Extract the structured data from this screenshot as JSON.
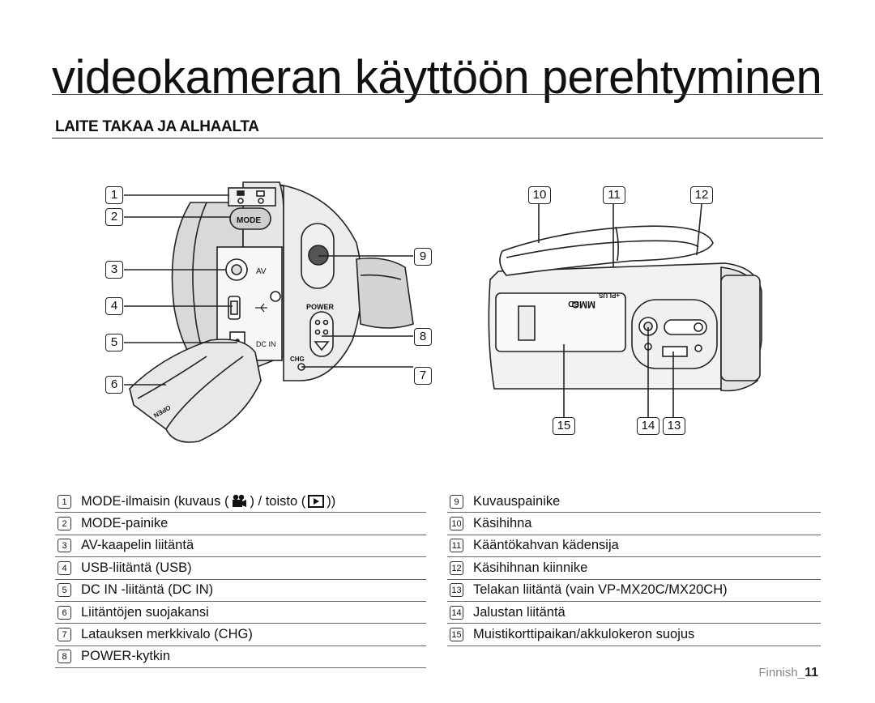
{
  "header": {
    "title": "videokameran käyttöön perehtyminen",
    "section_title": "LAITE TAKAA JA ALHAALTA"
  },
  "figure": {
    "labels": {
      "mode": "MODE",
      "av": "AV",
      "dc_in": "DC IN",
      "power": "POWER",
      "chg": "CHG",
      "open": "OPEN",
      "mmc": "MMC",
      "plus": "+PLUS",
      "sd": "SD"
    },
    "callouts": [
      "1",
      "2",
      "3",
      "4",
      "5",
      "6",
      "7",
      "8",
      "9",
      "10",
      "11",
      "12",
      "13",
      "14",
      "15"
    ]
  },
  "legend_left": [
    {
      "num": "1",
      "text_before": "MODE-ilmaisin (kuvaus (",
      "icon_a": "movie-camera-icon",
      "text_mid": ") / toisto (",
      "icon_b": "playback-icon",
      "text_after": "))"
    },
    {
      "num": "2",
      "text": "MODE-painike"
    },
    {
      "num": "3",
      "text": "AV-kaapelin liitäntä"
    },
    {
      "num": "4",
      "text": "USB-liitäntä (USB)"
    },
    {
      "num": "5",
      "text": "DC IN -liitäntä (DC IN)"
    },
    {
      "num": "6",
      "text": "Liitäntöjen suojakansi"
    },
    {
      "num": "7",
      "text": "Latauksen merkkivalo (CHG)"
    },
    {
      "num": "8",
      "text": "POWER-kytkin"
    }
  ],
  "legend_right": [
    {
      "num": "9",
      "text": "Kuvauspainike"
    },
    {
      "num": "10",
      "text": "Käsihihna"
    },
    {
      "num": "11",
      "text": "Kääntökahvan kädensija"
    },
    {
      "num": "12",
      "text": "Käsihihnan kiinnike"
    },
    {
      "num": "13",
      "text": "Telakan liitäntä (vain VP-MX20C/MX20CH)"
    },
    {
      "num": "14",
      "text": "Jalustan liitäntä"
    },
    {
      "num": "15",
      "text": "Muistikorttipaikan/akkulokeron suojus"
    }
  ],
  "footer": {
    "language": "Finnish_",
    "page": "11"
  }
}
